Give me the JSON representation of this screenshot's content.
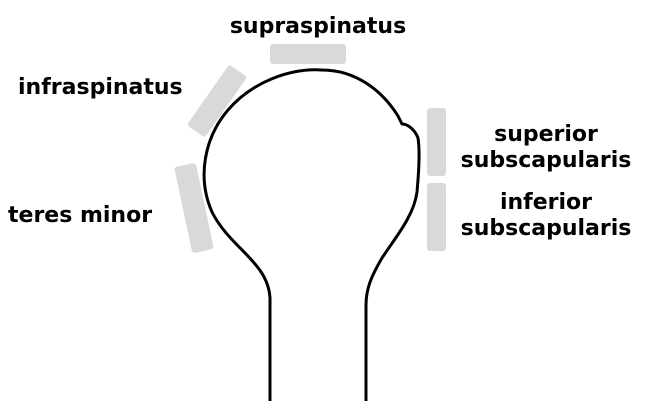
{
  "colors": {
    "outline": "#000000",
    "pad": "#d9d9d9",
    "background": "#ffffff"
  },
  "diagram": {
    "bone": "humerus-head-outline",
    "labels": {
      "supraspinatus": "supraspinatus",
      "infraspinatus": "infraspinatus",
      "teres_minor": "teres minor",
      "superior_subscapularis_line1": "superior",
      "superior_subscapularis_line2": "subscapularis",
      "inferior_subscapularis_line1": "inferior",
      "inferior_subscapularis_line2": "subscapularis"
    }
  }
}
